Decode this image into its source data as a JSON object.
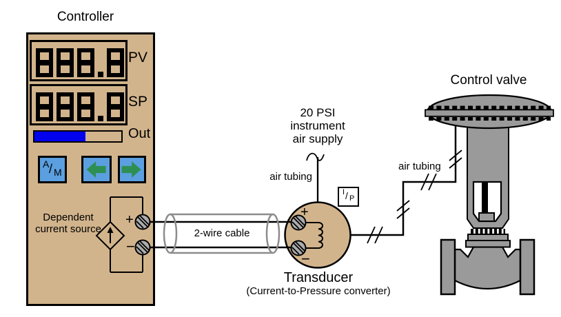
{
  "controller": {
    "title": "Controller",
    "pv": {
      "value": "888.8",
      "label": "PV"
    },
    "sp": {
      "value": "888.8",
      "label": "SP"
    },
    "out": {
      "label": "Out",
      "fill_percent": 59
    },
    "buttons": {
      "auto_manual": {
        "a": "A",
        "slash": "/",
        "m": "M"
      },
      "left_arrow_icon": "left-arrow",
      "right_arrow_icon": "right-arrow"
    },
    "source_label": "Dependent\ncurrent\nsource",
    "terminal_plus": "+",
    "terminal_minus": "−"
  },
  "cable": {
    "label": "2-wire cable"
  },
  "air_supply": {
    "label": "20 PSI\ninstrument\nair supply"
  },
  "tubing": {
    "left_label": "air tubing",
    "right_label": "air tubing"
  },
  "transducer": {
    "title": "Transducer",
    "subtitle": "(Current-to-Pressure converter)",
    "ip_box": {
      "i": "I",
      "slash": "/",
      "p": "P"
    },
    "terminal_plus": "+",
    "terminal_minus": "−"
  },
  "valve": {
    "title": "Control valve"
  },
  "colors": {
    "panel_tan": "#d2b48c",
    "button_blue": "#5b9fe0",
    "arrow_green": "#2e8f52",
    "out_bar_blue": "#0202ee",
    "valve_gray": "#9a9a9a",
    "terminal_gray": "#ababab"
  }
}
